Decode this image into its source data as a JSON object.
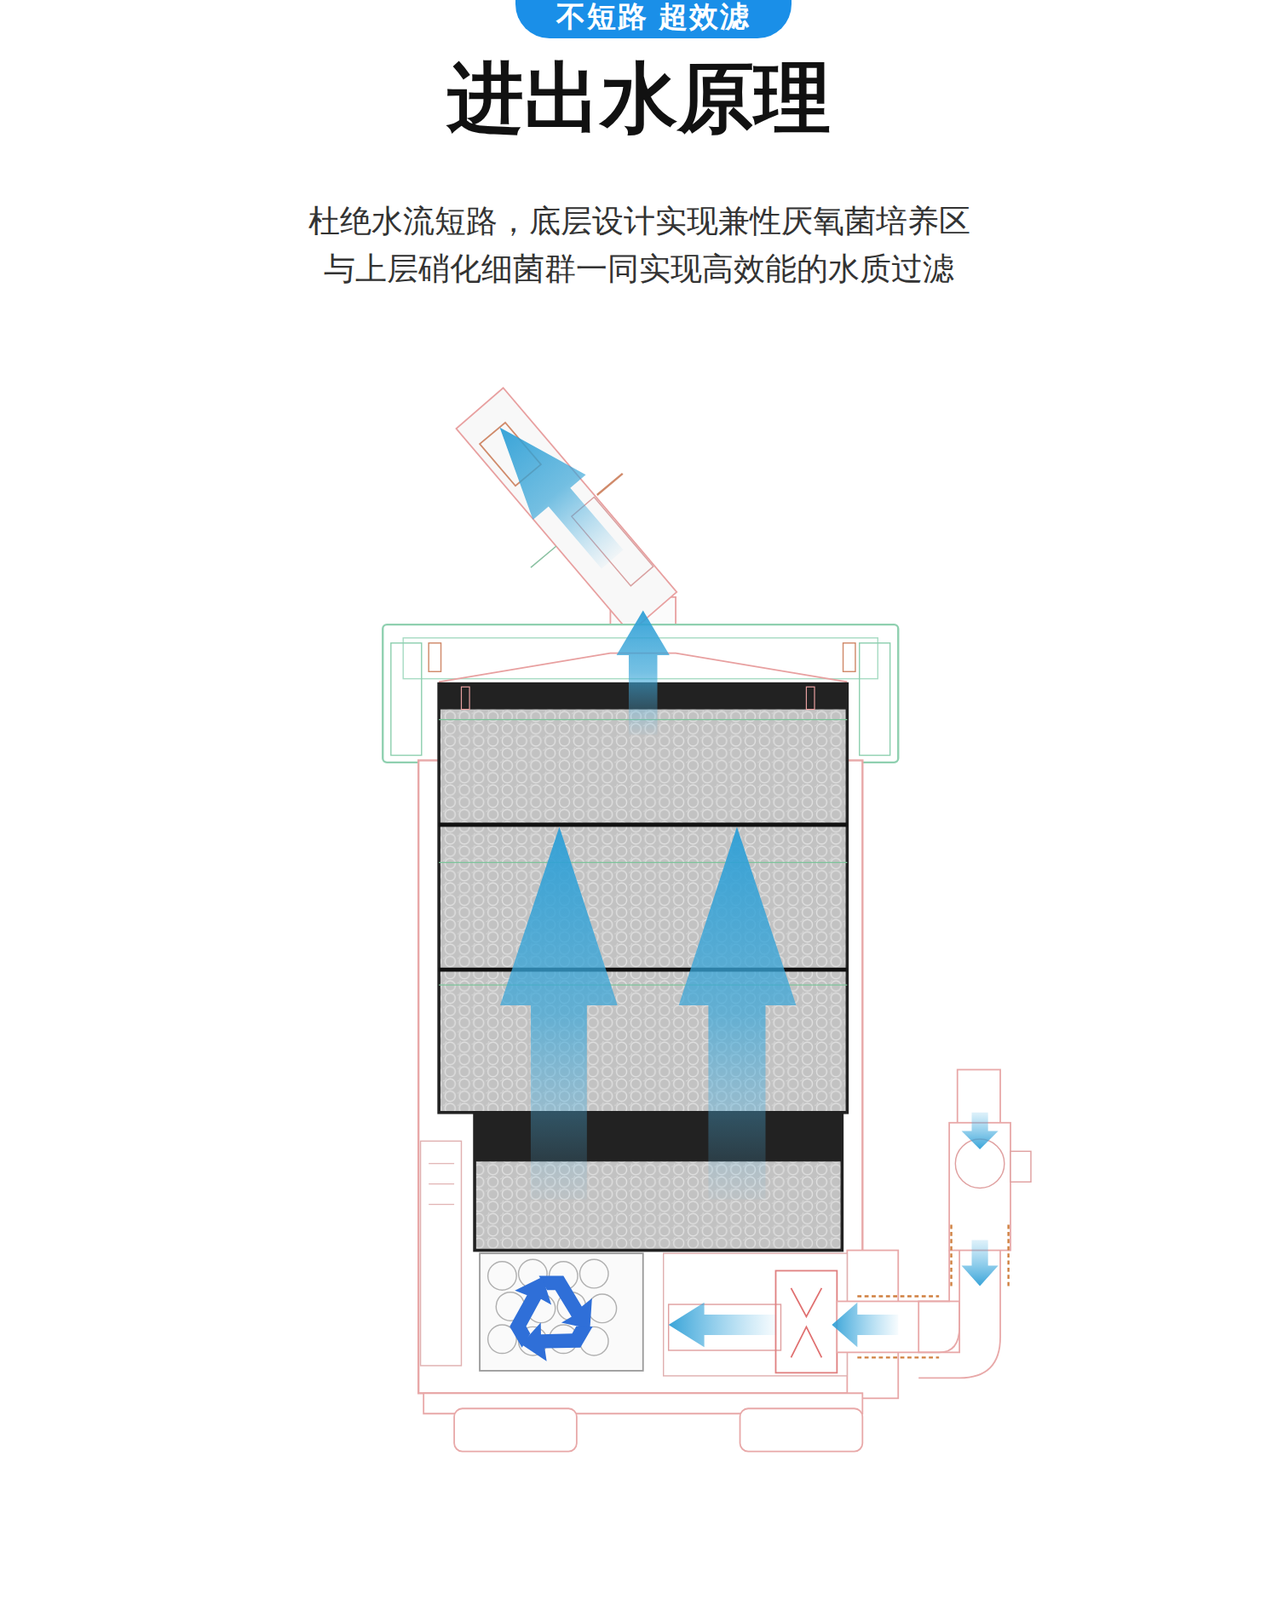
{
  "diagram": {
    "title": "进出水原理",
    "nodes": [
      {
        "text": [
          "不短路 超效滤"
        ]
      }
    ],
    "labels": [
      "杜绝水流短路，底层设计实现兼性厌氧菌培养区",
      "与上层硝化细菌群一同实现高效能的水质过滤"
    ]
  }
}
